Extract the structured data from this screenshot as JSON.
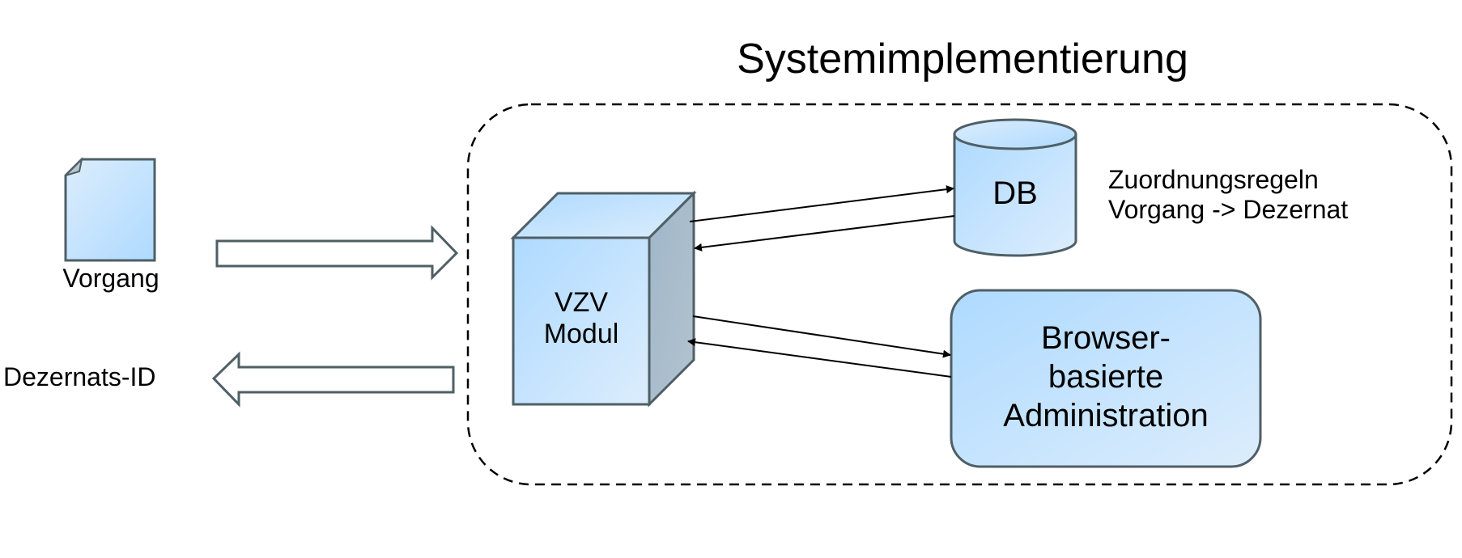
{
  "diagram": {
    "title": "Systemimplementierung",
    "input_document": {
      "label": "Vorgang",
      "icon": "document-icon"
    },
    "output": {
      "label": "Dezernats-ID"
    },
    "module": {
      "line1": "VZV",
      "line2": "Modul",
      "shape": "cube"
    },
    "database": {
      "label": "DB",
      "shape": "cylinder"
    },
    "rules_note": {
      "line1": "Zuordnungsregeln",
      "line2": "Vorgang -> Dezernat"
    },
    "admin": {
      "line1": "Browser-",
      "line2": "basierte",
      "line3": "Administration",
      "shape": "rounded-rectangle"
    },
    "edges": [
      {
        "from": "Vorgang",
        "to": "Systemimplementierung",
        "style": "block-arrow"
      },
      {
        "from": "Systemimplementierung",
        "to": "Dezernats-ID",
        "style": "block-arrow"
      },
      {
        "from": "VZV Modul",
        "to": "DB",
        "style": "line-arrow"
      },
      {
        "from": "DB",
        "to": "VZV Modul",
        "style": "line-arrow"
      },
      {
        "from": "VZV Modul",
        "to": "Browser-basierte Administration",
        "style": "line-arrow"
      },
      {
        "from": "Browser-basierte Administration",
        "to": "VZV Modul",
        "style": "line-arrow"
      }
    ],
    "colors": {
      "fill_light": "#d6eafc",
      "fill_dark": "#aedaff",
      "side_face": "#a3b8c9",
      "stroke": "#4f5f66",
      "group_border": "#000000"
    }
  }
}
